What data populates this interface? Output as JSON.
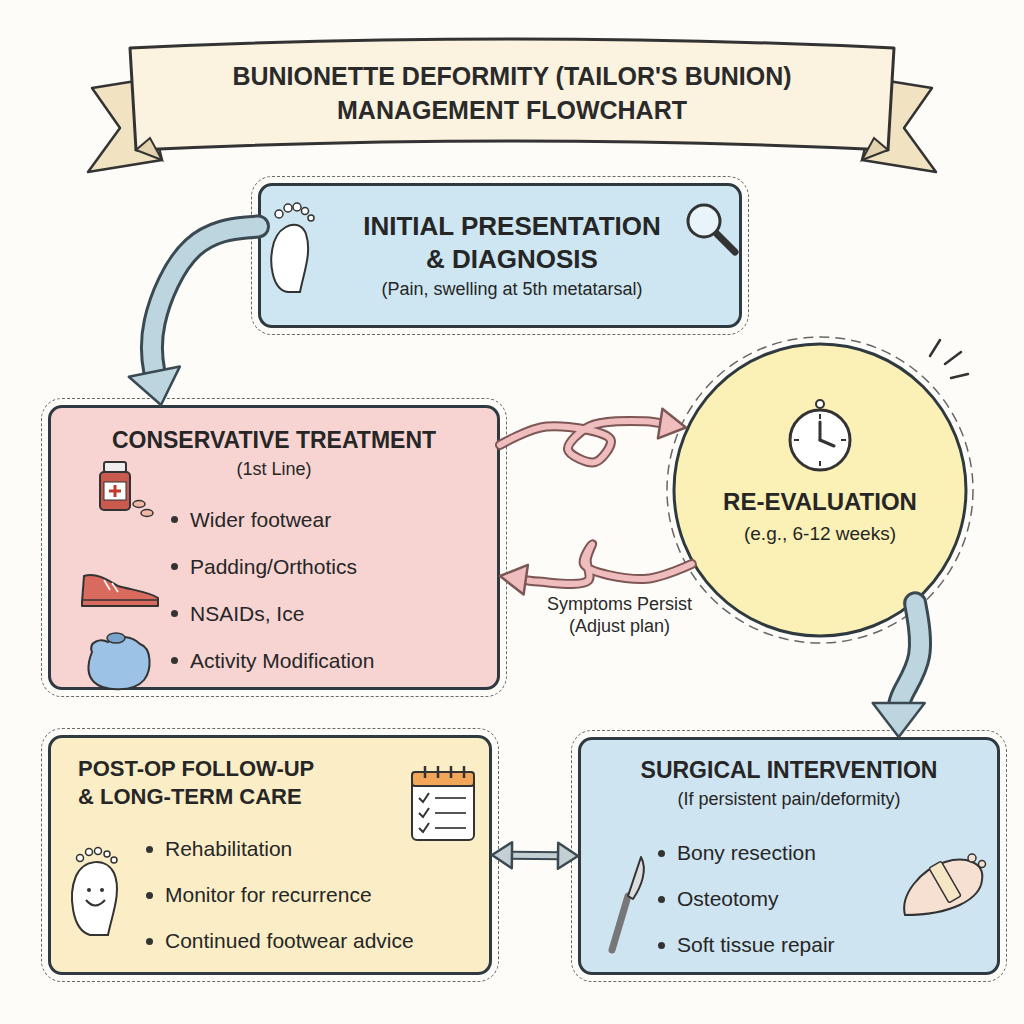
{
  "diagram": {
    "title": "BUNIONETTE DEFORMITY (TAILOR'S BUNION) MANAGEMENT FLOWCHART",
    "nodes": [
      {
        "text": [
          "INITIAL PRESENTATION & DIAGNOSIS",
          "(Pain, swelling at 5th metatarsal)"
        ]
      },
      {
        "text": [
          "CONSERVATIVE TREATMENT",
          "(1st Line)",
          "Wider footwear",
          "Padding/Orthotics",
          "NSAIDs, Ice",
          "Activity Modification"
        ]
      },
      {
        "text": [
          "RE-EVALUATION",
          "(e.g., 6-12 weeks)"
        ]
      },
      {
        "text": [
          "POST-OP FOLLOW-UP & LONG-TERM CARE",
          "Rehabilitation",
          "Monitor for recurrence",
          "Continued footwear advice"
        ]
      },
      {
        "text": [
          "SURGICAL INTERVENTION",
          "(If persistent pain/deformity)",
          "Bony resection",
          "Osteotomy",
          "Soft tissue repair"
        ]
      }
    ],
    "edges": [
      {
        "from": 0,
        "to": 1,
        "arrow": "to"
      },
      {
        "from": 1,
        "to": 2,
        "arrow": "to"
      },
      {
        "from": 2,
        "to": 1,
        "label": "Symptoms Persist (Adjust plan)",
        "arrow": "to"
      },
      {
        "from": 2,
        "to": 4,
        "arrow": "to"
      },
      {
        "from": 3,
        "to": 4,
        "arrow": "both"
      }
    ]
  }
}
